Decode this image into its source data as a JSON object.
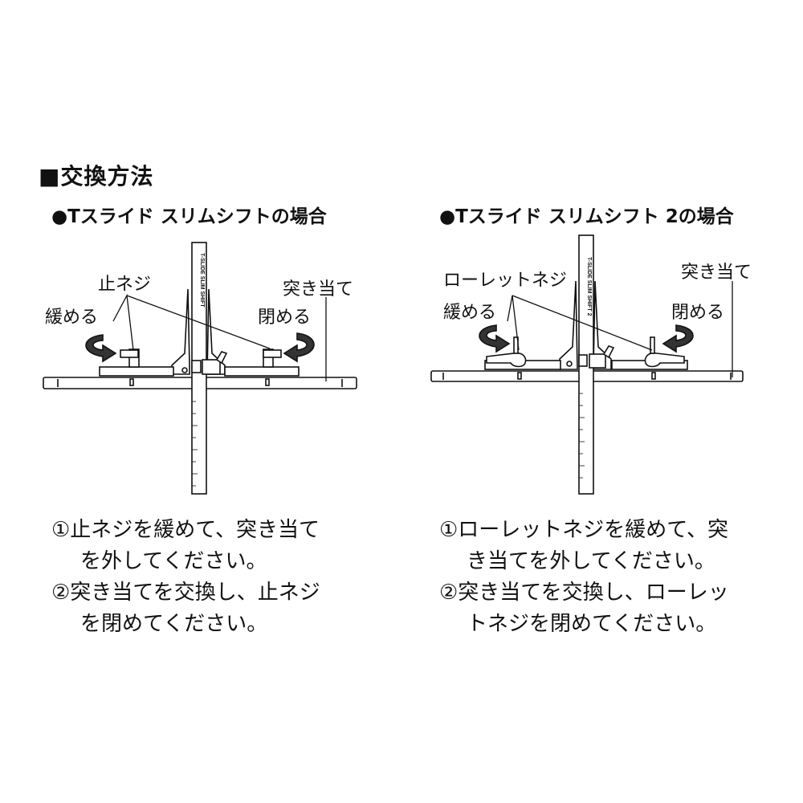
{
  "heading": "■交換方法",
  "left": {
    "title": "●Tスライド スリムシフトの場合",
    "ruler_text": "T-SLIDE SLIM SHIFT",
    "labels": {
      "screw": "止ネジ",
      "stopper": "突き当て",
      "loosen": "緩める",
      "tighten": "閉める"
    },
    "steps": [
      {
        "line1": "①止ネジを緩めて、突き当て",
        "line2": "を外してください。"
      },
      {
        "line1": "②突き当てを交換し、止ネジ",
        "line2": "を閉めてください。"
      }
    ]
  },
  "right": {
    "title": "●Tスライド スリムシフト 2の場合",
    "ruler_text": "T-SLIDE SLIM SHIFT 2",
    "labels": {
      "screw": "ローレットネジ",
      "stopper": "突き当て",
      "loosen": "緩める",
      "tighten": "閉める"
    },
    "steps": [
      {
        "line1": "①ローレットネジを緩めて、突",
        "line2": "き当てを外してください。"
      },
      {
        "line1": "②突き当てを交換し、ローレッ",
        "line2": "トネジを閉めてください。"
      }
    ]
  }
}
